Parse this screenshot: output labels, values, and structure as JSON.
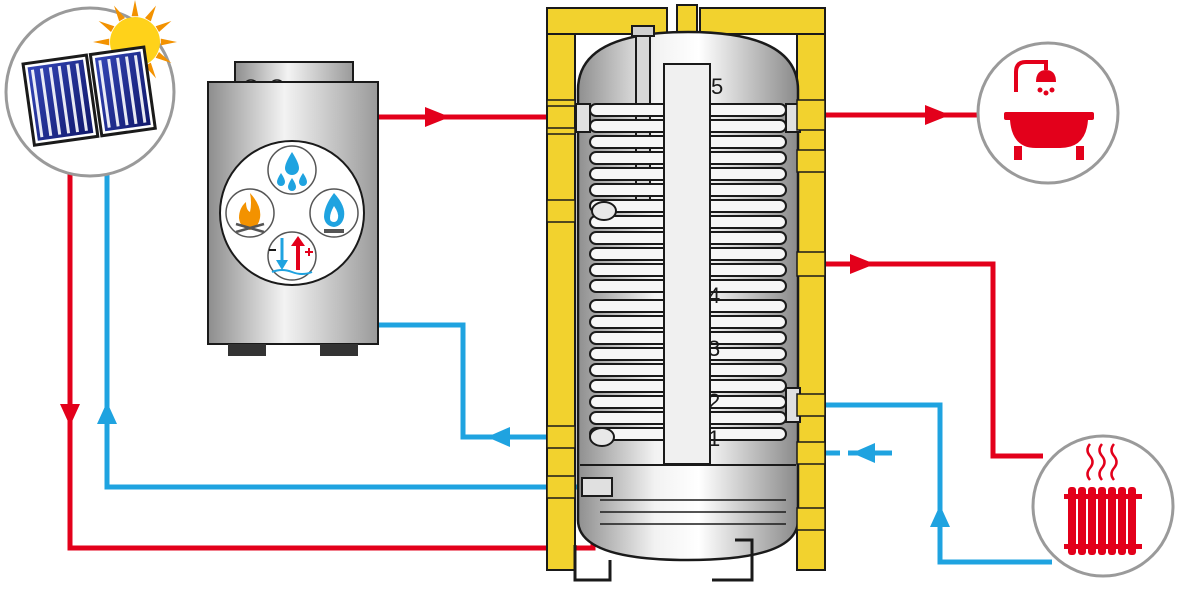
{
  "sensors": [
    "s5",
    "s4",
    "s3",
    "s2",
    "s1"
  ],
  "colors": {
    "hot": "#e3001b",
    "cold": "#1fa3e0",
    "insulation": "#f2d22e",
    "insulation_edge": "#1a1a1a",
    "tank_light": "#f4f4f4",
    "tank_dark": "#9c9c9c",
    "circle_border": "#9a9a9a",
    "solar_panel": "#1e2a8a",
    "sun": "#ffd21a",
    "sun_rays": "#f39200",
    "flame": "#f39200"
  },
  "icons": [
    "solar-collector-icon",
    "sun-icon",
    "boiler-icon",
    "shower-bathtub-icon",
    "radiator-icon",
    "flame-icon",
    "gas-flame-icon",
    "water-drops-icon",
    "heat-pump-icon"
  ]
}
